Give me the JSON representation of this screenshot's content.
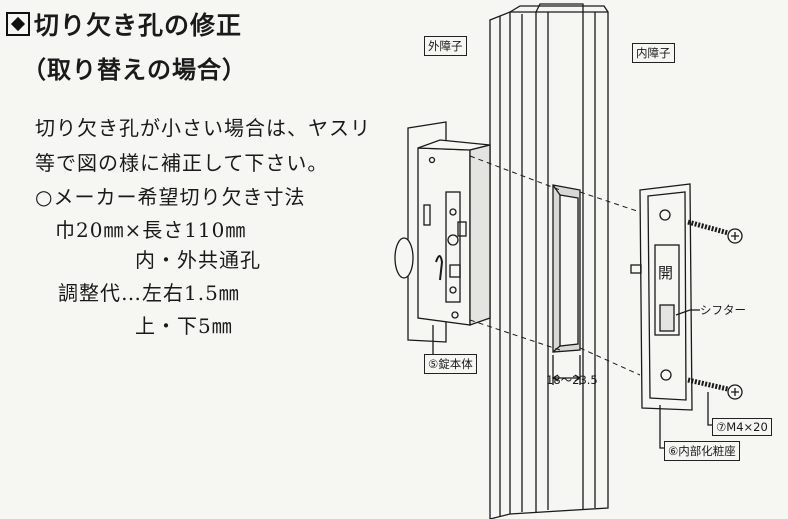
{
  "heading": {
    "title": "切り欠き孔の修正",
    "subtitle": "（取り替えの場合）"
  },
  "instructions": {
    "line1": "切り欠き孔が小さい場合は、ヤスリ",
    "line2": "等で図の様に補正して下さい。",
    "line3": "○メーカー希望切り欠き寸法",
    "line4": "巾20㎜×長さ110㎜",
    "line5": "内・外共通孔",
    "line6": "調整代…左右1.5㎜",
    "line7": "上・下5㎜"
  },
  "diagram": {
    "outer_panel": "外障子",
    "inner_panel": "内障子",
    "shifter": "シフター",
    "open_mark": "開",
    "lock_body": "⑤錠本体",
    "screw": "⑦M4×20",
    "inner_plate": "⑥内部化粧座",
    "dimension": "18～23.5"
  }
}
